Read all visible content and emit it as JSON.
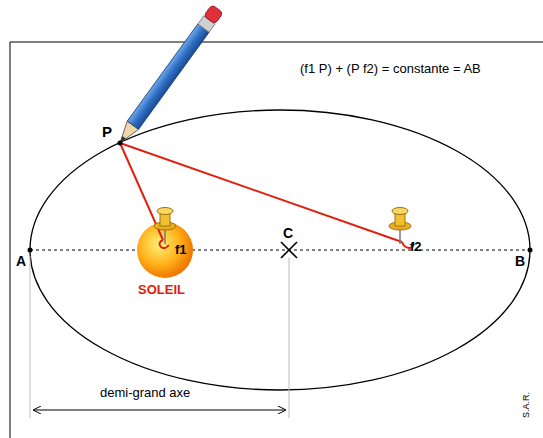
{
  "diagram": {
    "labels": [
      "(f1 P) + (P f2) = constante = AB",
      "P",
      "A",
      "B",
      "C",
      "f1",
      "f2",
      "SOLEIL",
      "demi-grand axe",
      "S.A.R."
    ]
  }
}
